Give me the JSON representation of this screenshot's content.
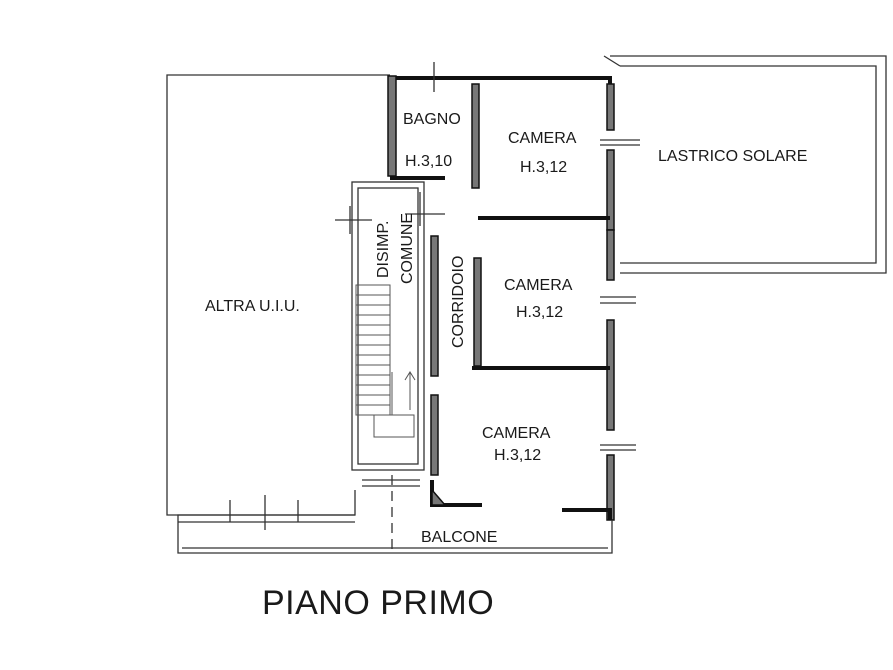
{
  "rooms": {
    "bagno": {
      "name": "BAGNO",
      "height": "H.3,10"
    },
    "camera_top": {
      "name": "CAMERA",
      "height": "H.3,12"
    },
    "camera_mid": {
      "name": "CAMERA",
      "height": "H.3,12"
    },
    "camera_bottom": {
      "name": "CAMERA",
      "height": "H.3,12"
    },
    "lastrico": {
      "name": "LASTRICO SOLARE"
    },
    "altra": {
      "name": "ALTRA U.I.U."
    },
    "disimpegno": {
      "line1": "DISIMP.",
      "line2": "COMUNE"
    },
    "corridoio": {
      "name": "CORRIDOIO"
    },
    "balcone": {
      "name": "BALCONE"
    }
  },
  "floor_title": "PIANO PRIMO"
}
